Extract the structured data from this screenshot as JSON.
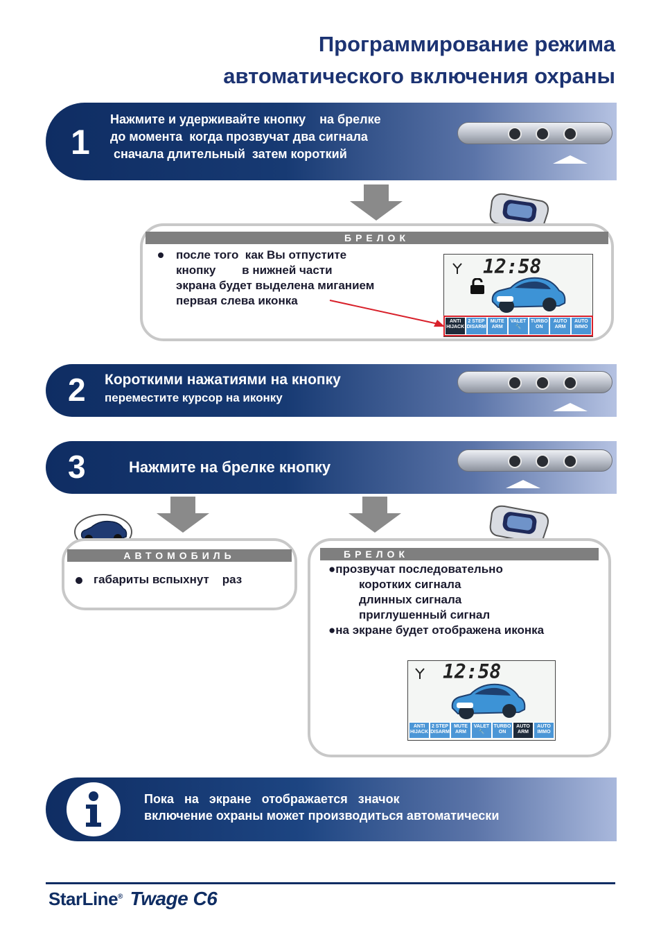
{
  "title": {
    "line1": "Программирование режима",
    "line2": "автоматического включения охраны"
  },
  "step1": {
    "number": "1",
    "lines": [
      "Нажмите и удерживайте кнопку    на брелке",
      "до момента  когда прозвучат два сигнала",
      " сначала длительный  затем короткий"
    ]
  },
  "fob_panel1": {
    "header": "БРЕЛОК",
    "lines": [
      "после того  как Вы отпустите",
      "кнопку        в нижней части",
      "экрана будет выделена миганием",
      "первая слева иконка"
    ]
  },
  "step2": {
    "number": "2",
    "line1": "Короткими нажатиями на кнопку",
    "line2": "переместите курсор на иконку"
  },
  "step3": {
    "number": "3",
    "line1": "Нажмите на брелке кнопку"
  },
  "car_panel": {
    "header": "АВТОМОБИЛЬ",
    "line1": "габариты вспыхнут    раз"
  },
  "fob_panel2": {
    "header": "БРЕЛОК",
    "lines": [
      "●прозвучат последовательно",
      "коротких сигнала",
      "длинных сигнала",
      "приглушенный сигнал",
      "●на экране будет отображена иконка"
    ]
  },
  "lcd": {
    "time": "12:58",
    "icons": [
      {
        "l1": "ANTI",
        "l2": "HIJACK"
      },
      {
        "l1": "2 STEP",
        "l2": "DISARM"
      },
      {
        "l1": "MUTE",
        "l2": "ARM"
      },
      {
        "l1": "VALET",
        "l2": "🔧"
      },
      {
        "l1": "TURBO",
        "l2": "ON"
      },
      {
        "l1": "AUTO",
        "l2": "ARM"
      },
      {
        "l1": "AUTO",
        "l2": "IMMO"
      }
    ]
  },
  "info": {
    "line1": "Пока   на   экране   отображается   значок",
    "line2": "включение охраны может производиться автоматически"
  },
  "brand": {
    "name": "StarLine",
    "reg": "®",
    "model": "Twage C6"
  },
  "colors": {
    "navy": "#0f2d63",
    "lcd_icon": "#4b96d6",
    "arrow": "#8a8a8a",
    "pointer": "#d8202a"
  }
}
